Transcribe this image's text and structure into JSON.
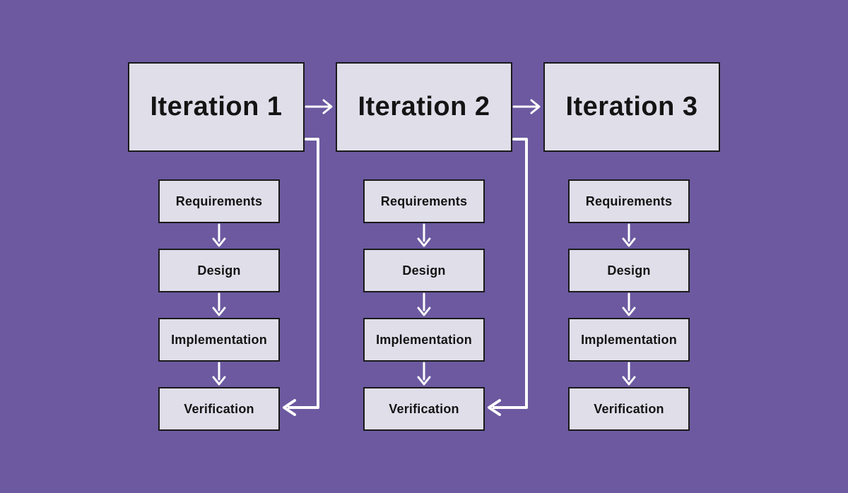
{
  "diagram": {
    "columns": [
      {
        "title": "Iteration 1",
        "stages": [
          "Requirements",
          "Design",
          "Implementation",
          "Verification"
        ]
      },
      {
        "title": "Iteration 2",
        "stages": [
          "Requirements",
          "Design",
          "Implementation",
          "Verification"
        ]
      },
      {
        "title": "Iteration 3",
        "stages": [
          "Requirements",
          "Design",
          "Implementation",
          "Verification"
        ]
      }
    ],
    "colors": {
      "background": "#6C59A0",
      "box_fill": "#E0DEE9",
      "box_border": "#1A1A1A",
      "arrow": "#FFFFFF",
      "text": "#141414"
    }
  }
}
